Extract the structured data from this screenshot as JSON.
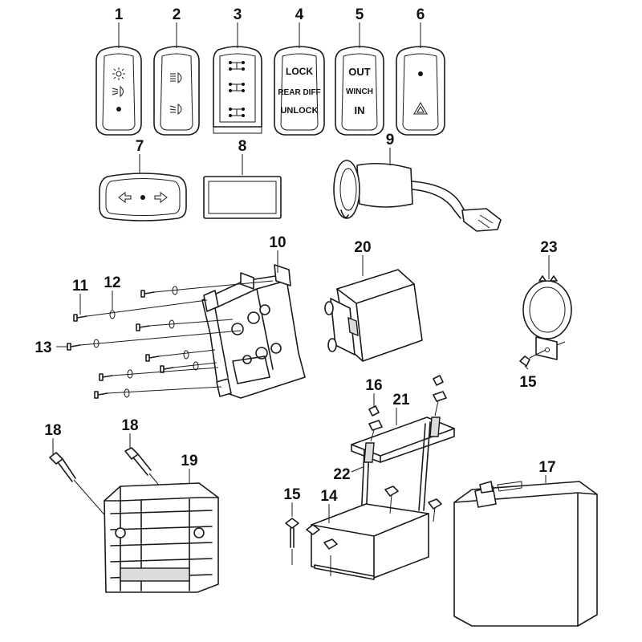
{
  "callouts": {
    "c1": "1",
    "c2": "2",
    "c3": "3",
    "c4": "4",
    "c5": "5",
    "c6": "6",
    "c7": "7",
    "c8": "8",
    "c9": "9",
    "c10": "10",
    "c11": "11",
    "c12": "12",
    "c13": "13",
    "c14": "14",
    "c15a": "15",
    "c15b": "15",
    "c16": "16",
    "c17": "17",
    "c18a": "18",
    "c18b": "18",
    "c19": "19",
    "c20": "20",
    "c21": "21",
    "c22": "22",
    "c23": "23"
  },
  "switch4": {
    "lock": "LOCK",
    "rear_diff": "REAR DIFF",
    "unlock": "UNLOCK"
  },
  "switch5": {
    "out": "OUT",
    "winch": "WINCH",
    "in": "IN"
  }
}
